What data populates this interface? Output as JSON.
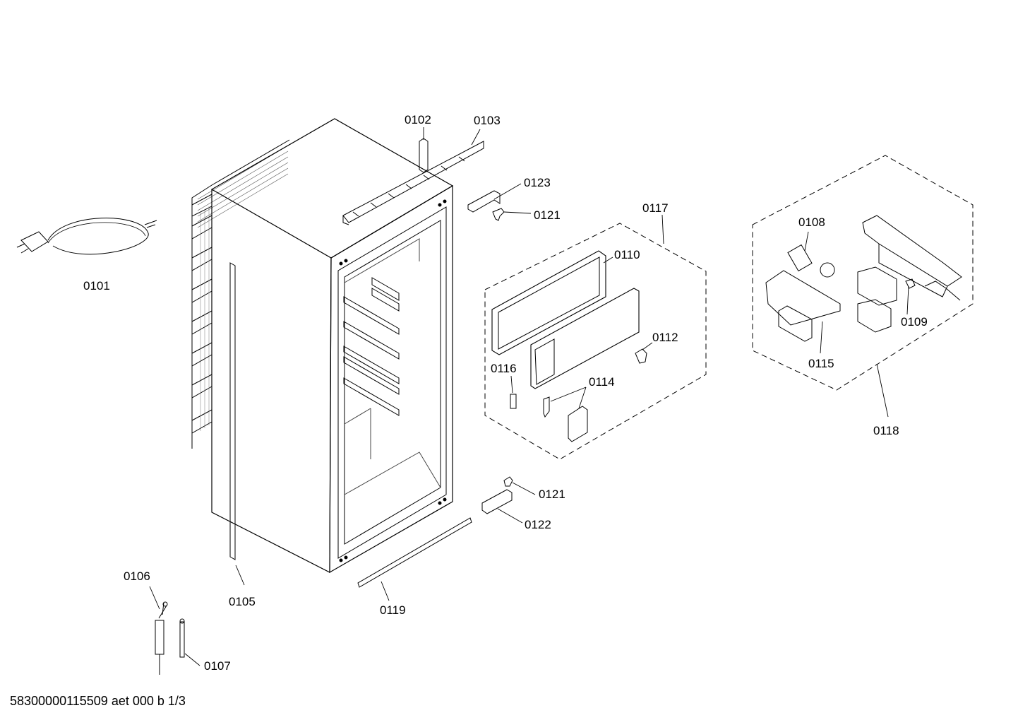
{
  "document_id": "58300000115509 aet 000 b 1/3",
  "parts": {
    "p0101": "0101",
    "p0102": "0102",
    "p0103": "0103",
    "p0105": "0105",
    "p0106": "0106",
    "p0107": "0107",
    "p0108": "0108",
    "p0109": "0109",
    "p0110": "0110",
    "p0112": "0112",
    "p0114": "0114",
    "p0115": "0115",
    "p0116": "0116",
    "p0117": "0117",
    "p0118": "0118",
    "p0119": "0119",
    "p0121_top": "0121",
    "p0121_bottom": "0121",
    "p0122": "0122",
    "p0123": "0123"
  }
}
